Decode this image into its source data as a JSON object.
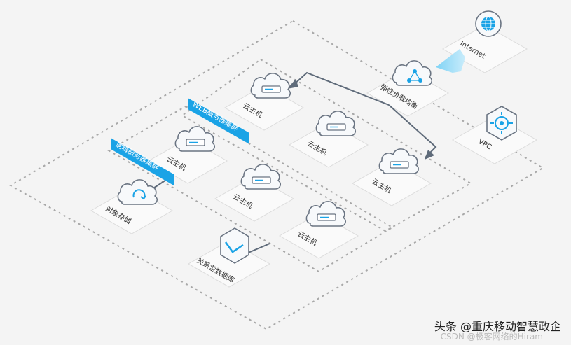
{
  "labels": {
    "internet": "Internet",
    "lb": "弹性负载均衡",
    "vpc": "VPC",
    "web_cluster": "WEB服务器集群",
    "logic_cluster": "逻辑服务器集群",
    "host": "云主机",
    "storage": "对象存储",
    "db": "关系型数据库"
  },
  "watermark": {
    "main": "头条 @重庆移动智慧政企",
    "sub": "CSDN @极客网络的Hiram"
  },
  "colors": {
    "accent": "#1aa3e6",
    "line": "#5f6b7a",
    "dash": "#a8a8a8"
  }
}
